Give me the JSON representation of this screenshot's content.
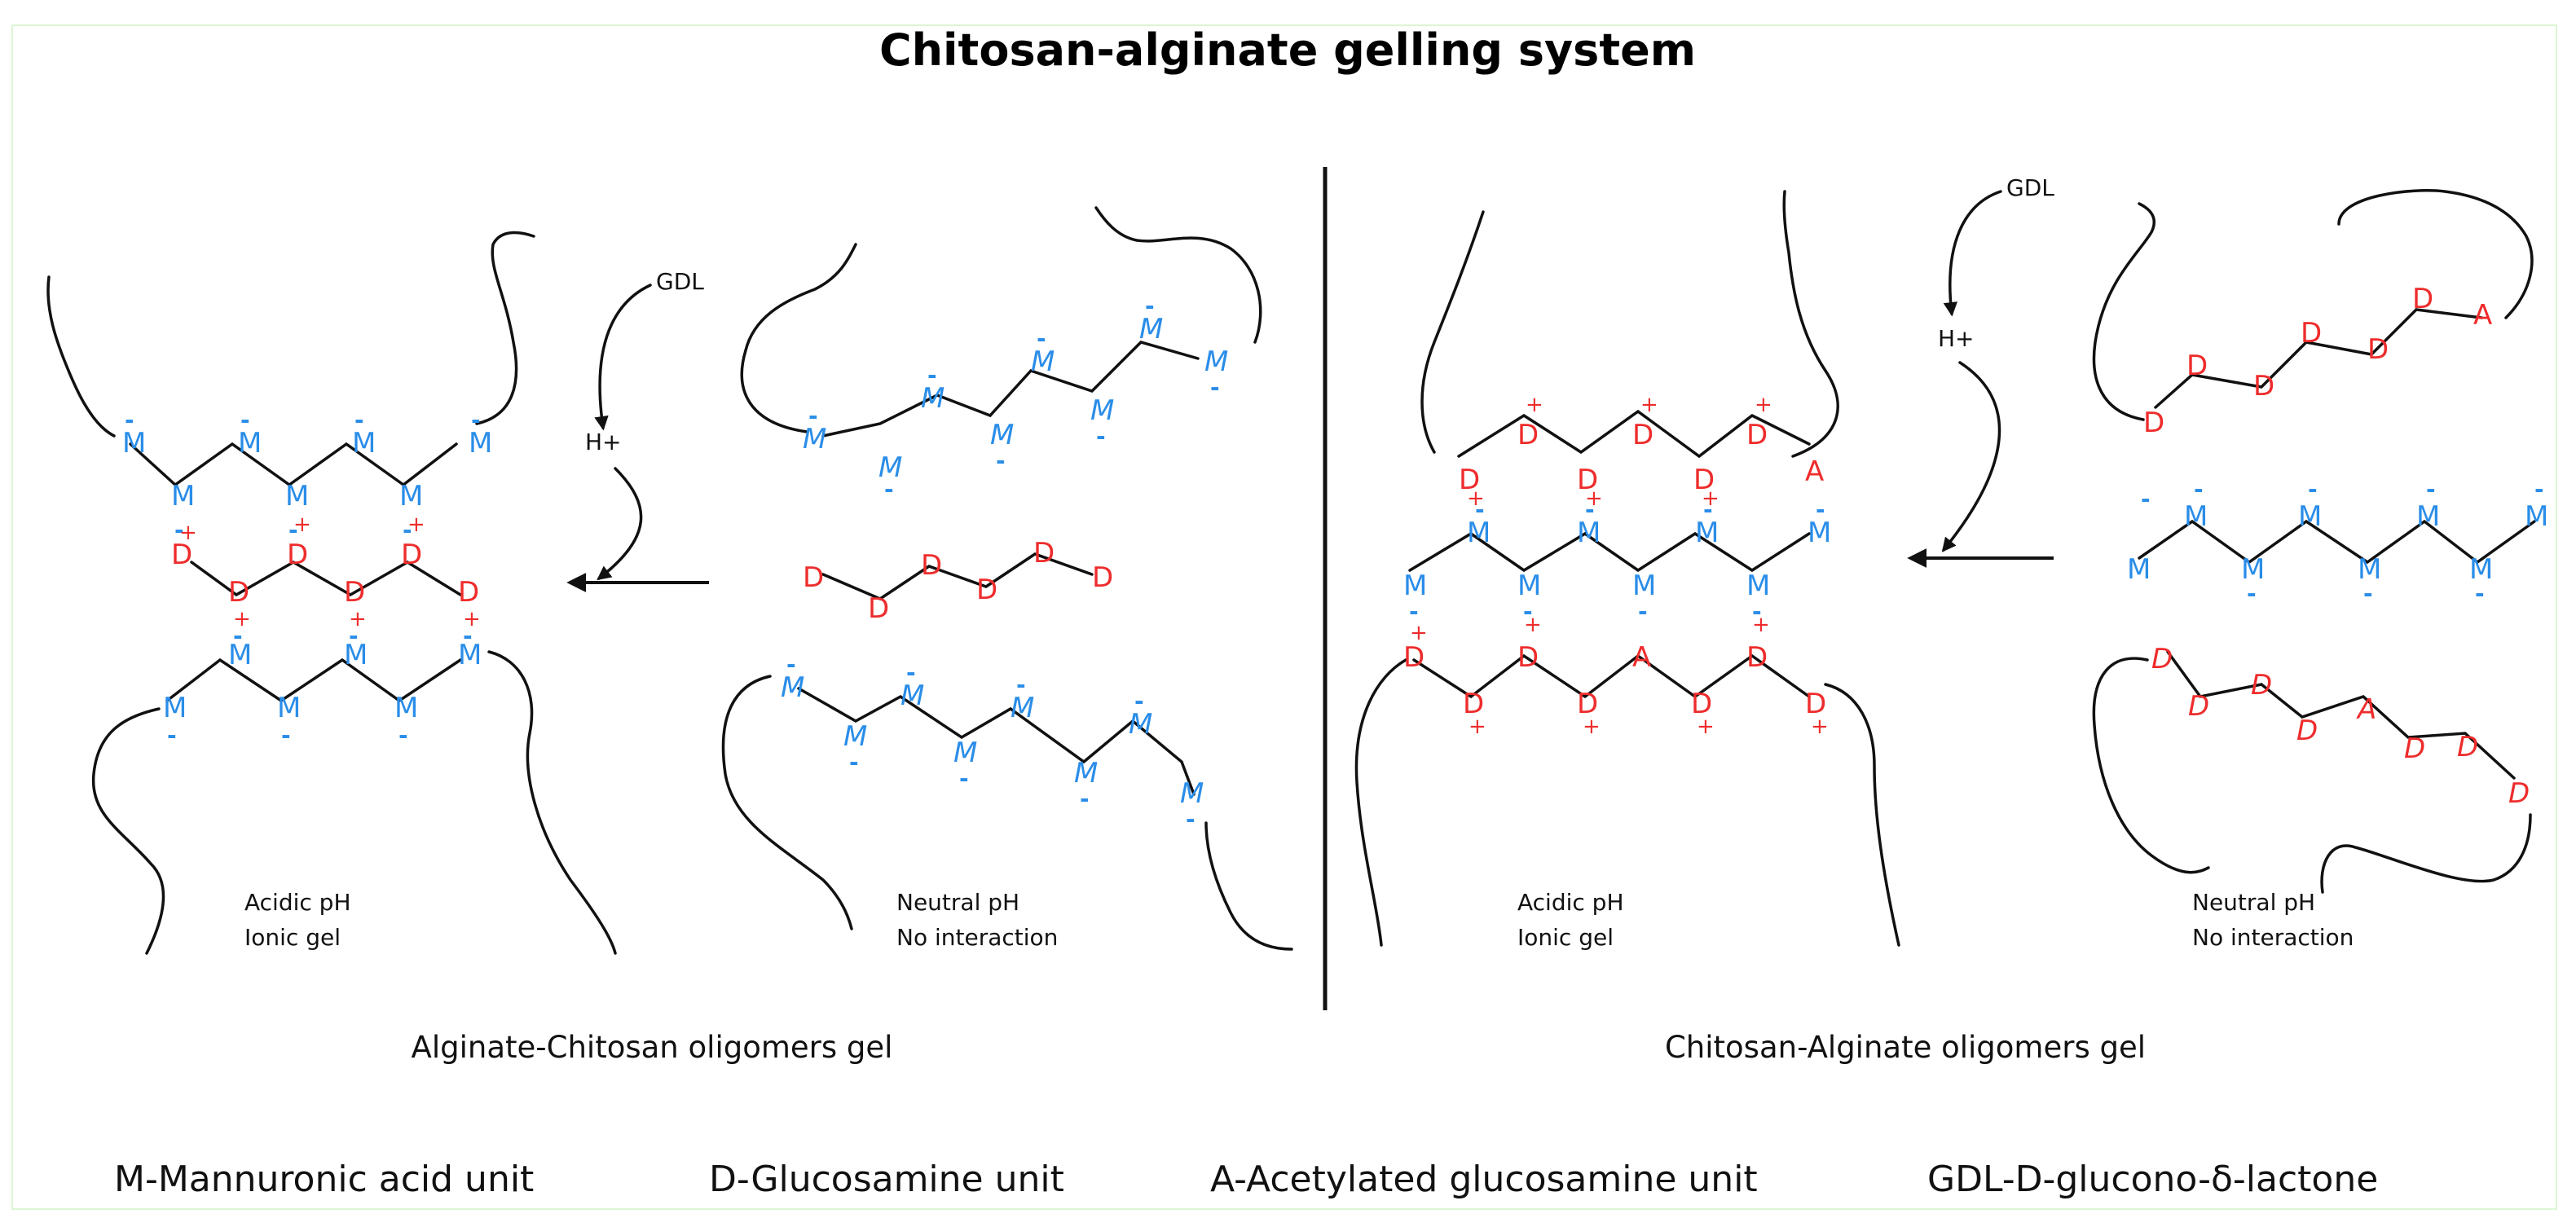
{
  "title": "Chitosan-alginate gelling system",
  "panels": {
    "left": {
      "subtitle": "Alginate-Chitosan oligomers gel",
      "gel_state": {
        "line1": "Acidic pH",
        "line2": "Ionic gel"
      },
      "free_state": {
        "line1": "Neutral pH",
        "line2": "No interaction"
      },
      "acidifier": "GDL",
      "proton": "H+"
    },
    "right": {
      "subtitle": "Chitosan-Alginate oligomers gel",
      "gel_state": {
        "line1": "Acidic pH",
        "line2": "Ionic gel"
      },
      "free_state": {
        "line1": "Neutral pH",
        "line2": "No interaction"
      },
      "acidifier": "GDL",
      "proton": "H+"
    }
  },
  "unit_symbols": {
    "mannuronic": "M",
    "glucosamine": "D",
    "acetylated": "A",
    "negative": "-",
    "positive": "+"
  },
  "legend": [
    {
      "label": "M-Mannuronic acid unit"
    },
    {
      "label": "D-Glucosamine unit"
    },
    {
      "label": "A-Acetylated glucosamine unit"
    },
    {
      "label": "GDL-D-glucono-δ-lactone"
    }
  ],
  "colors": {
    "mannuronic": "#2a8de8",
    "glucosamine": "#ee2c2c",
    "line": "#111111",
    "frame": "#dcf5d4"
  }
}
